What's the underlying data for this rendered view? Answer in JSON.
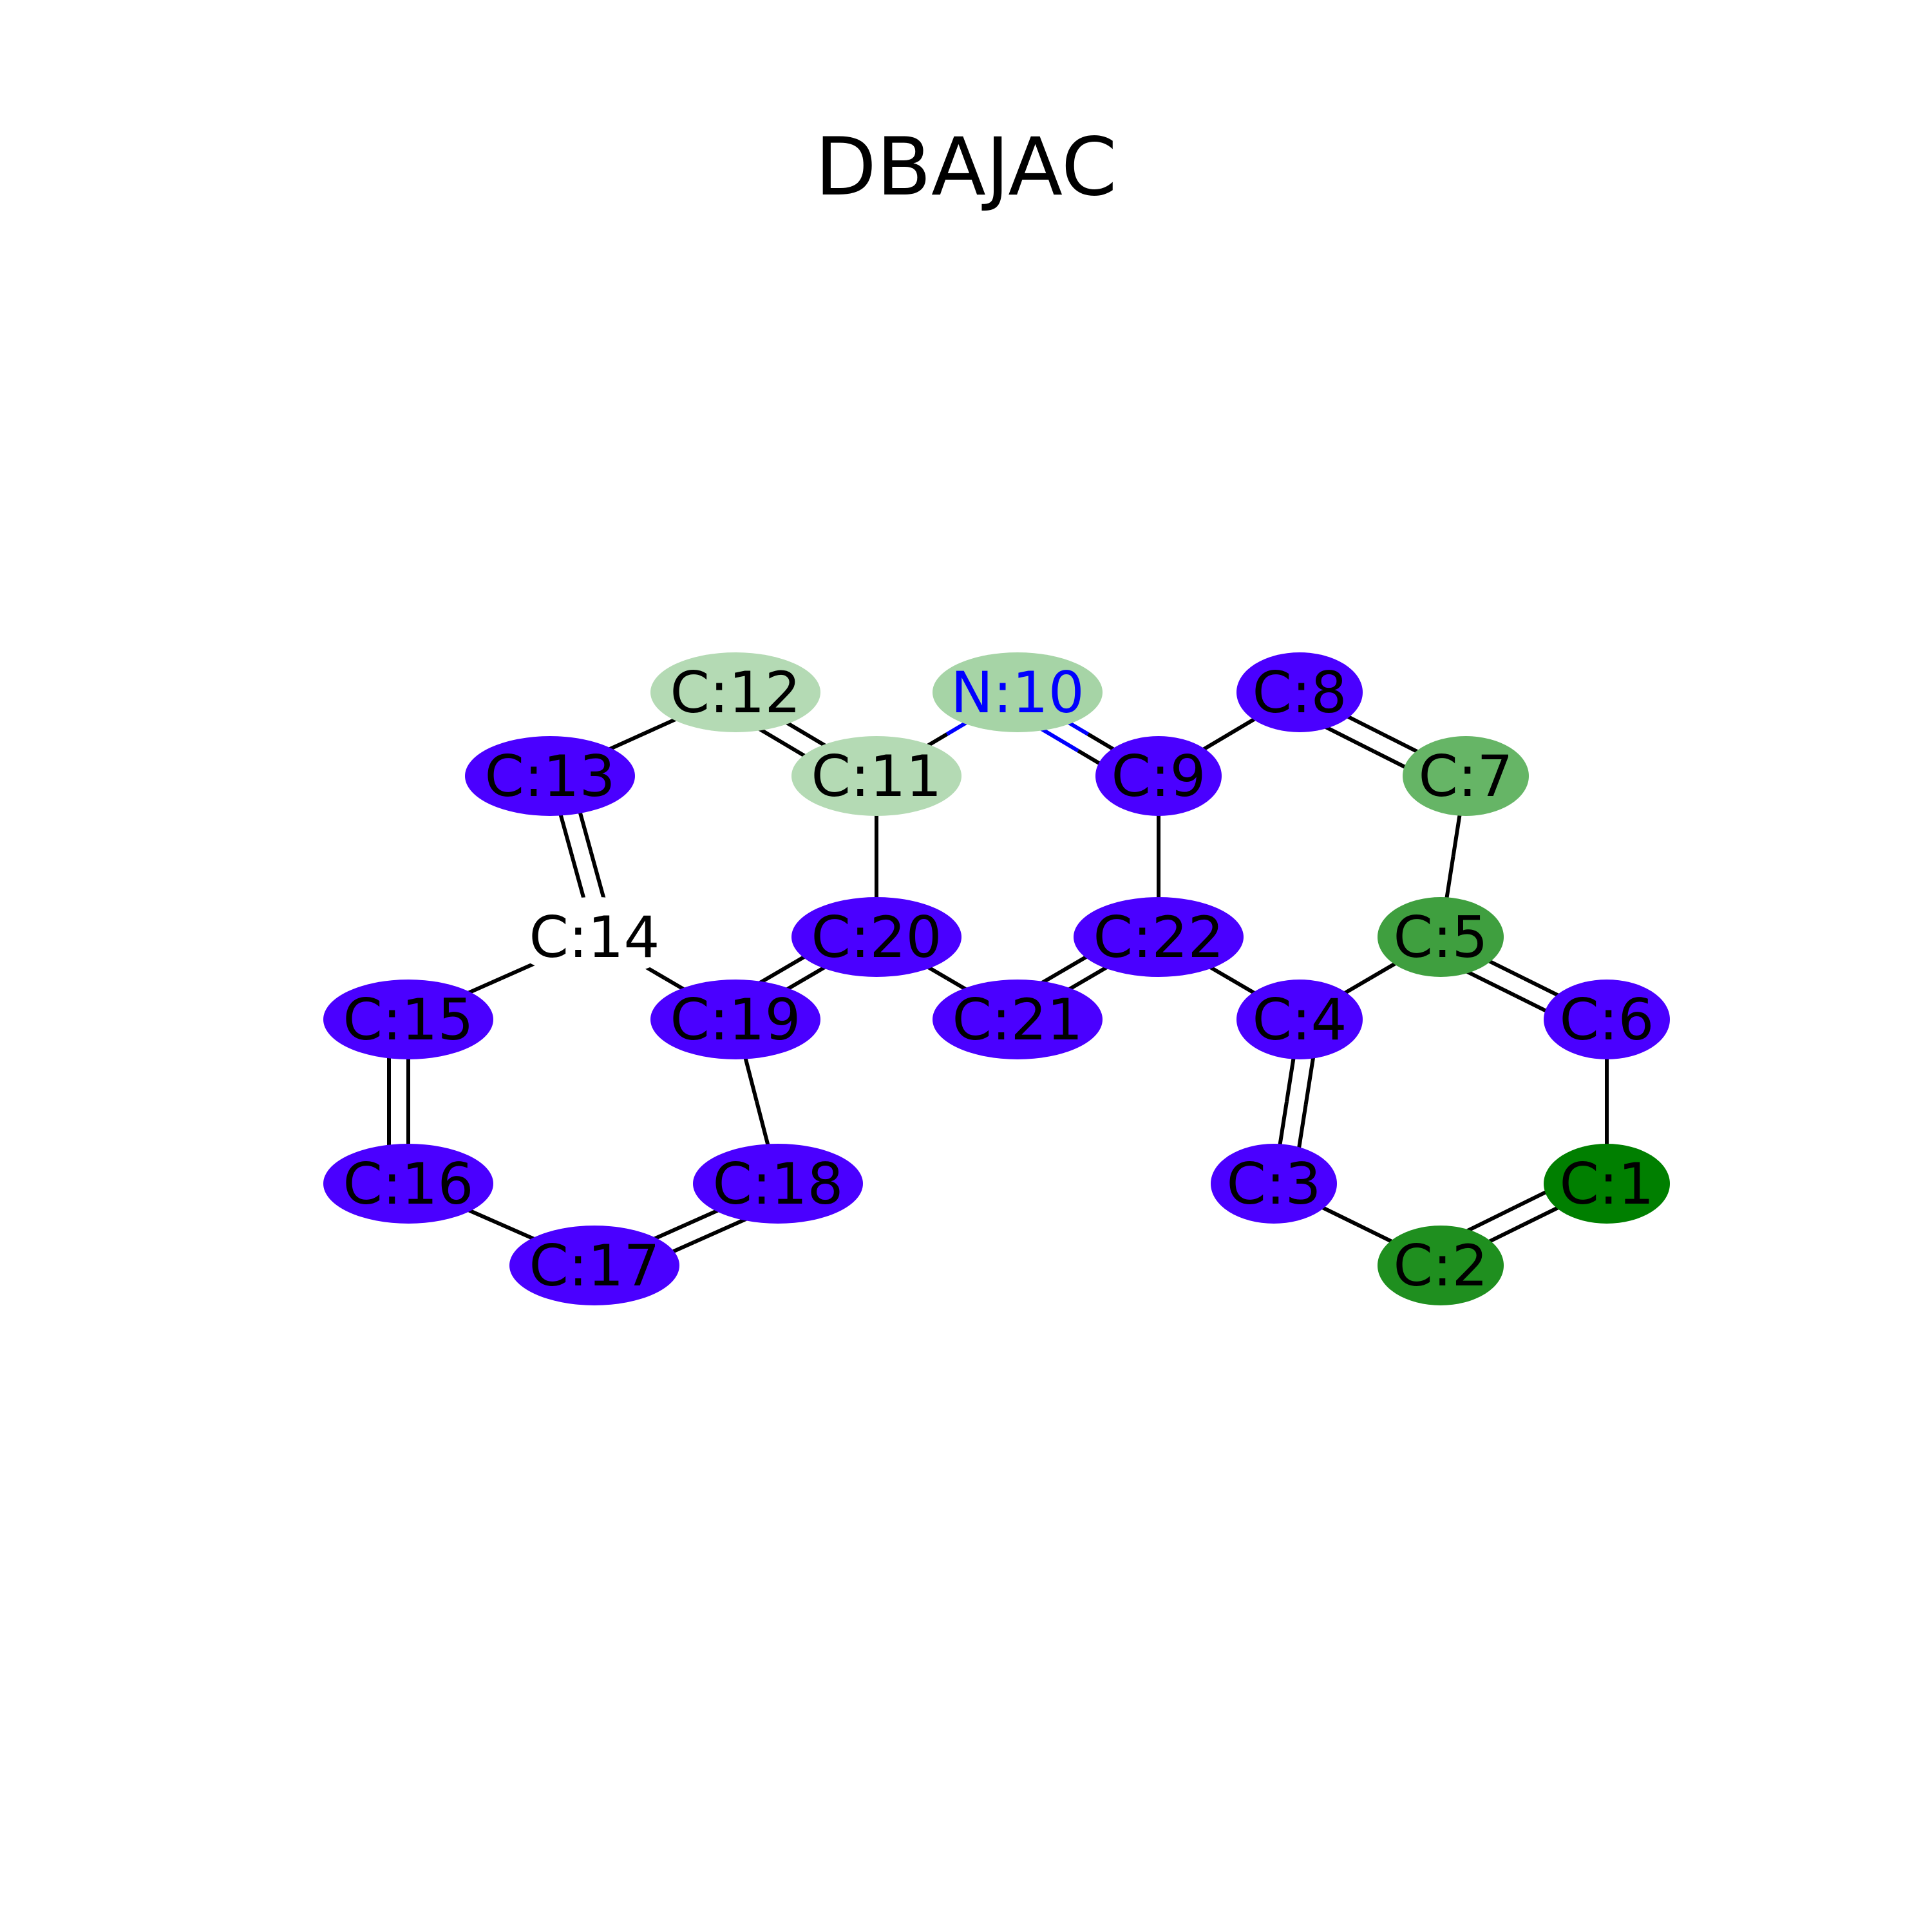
{
  "title": "DBAJAC",
  "colors": {
    "carbon_text": "#000000",
    "nitrogen_text": "#0000ff",
    "bond": "#000000",
    "bond_nitrogen": "#0000ff"
  },
  "atoms": [
    {
      "id": 1,
      "label": "C:1",
      "element": "C",
      "color": "#007f00"
    },
    {
      "id": 2,
      "label": "C:2",
      "element": "C",
      "color": "#1f8f1f"
    },
    {
      "id": 3,
      "label": "C:3",
      "element": "C",
      "color": "#4a00ff"
    },
    {
      "id": 4,
      "label": "C:4",
      "element": "C",
      "color": "#4a00ff"
    },
    {
      "id": 5,
      "label": "C:5",
      "element": "C",
      "color": "#3f9f3f"
    },
    {
      "id": 6,
      "label": "C:6",
      "element": "C",
      "color": "#4a00ff"
    },
    {
      "id": 7,
      "label": "C:7",
      "element": "C",
      "color": "#66b566"
    },
    {
      "id": 8,
      "label": "C:8",
      "element": "C",
      "color": "#4a00ff"
    },
    {
      "id": 9,
      "label": "C:9",
      "element": "C",
      "color": "#4a00ff"
    },
    {
      "id": 10,
      "label": "N:10",
      "element": "N",
      "color": "#a6d4a6"
    },
    {
      "id": 11,
      "label": "C:11",
      "element": "C",
      "color": "#b4dab4"
    },
    {
      "id": 12,
      "label": "C:12",
      "element": "C",
      "color": "#b4dab4"
    },
    {
      "id": 13,
      "label": "C:13",
      "element": "C",
      "color": "#4a00ff"
    },
    {
      "id": 14,
      "label": "C:14",
      "element": "C",
      "color": "#ffffff"
    },
    {
      "id": 15,
      "label": "C:15",
      "element": "C",
      "color": "#4a00ff"
    },
    {
      "id": 16,
      "label": "C:16",
      "element": "C",
      "color": "#4a00ff"
    },
    {
      "id": 17,
      "label": "C:17",
      "element": "C",
      "color": "#4a00ff"
    },
    {
      "id": 18,
      "label": "C:18",
      "element": "C",
      "color": "#4a00ff"
    },
    {
      "id": 19,
      "label": "C:19",
      "element": "C",
      "color": "#4a00ff"
    },
    {
      "id": 20,
      "label": "C:20",
      "element": "C",
      "color": "#4a00ff"
    },
    {
      "id": 21,
      "label": "C:21",
      "element": "C",
      "color": "#4a00ff"
    },
    {
      "id": 22,
      "label": "C:22",
      "element": "C",
      "color": "#4a00ff"
    }
  ],
  "bonds": [
    {
      "a": 12,
      "b": 13,
      "order": 1
    },
    {
      "a": 12,
      "b": 11,
      "order": 2
    },
    {
      "a": 11,
      "b": 10,
      "order": 1
    },
    {
      "a": 10,
      "b": 9,
      "order": 2
    },
    {
      "a": 9,
      "b": 8,
      "order": 1
    },
    {
      "a": 8,
      "b": 7,
      "order": 2
    },
    {
      "a": 7,
      "b": 5,
      "order": 1
    },
    {
      "a": 5,
      "b": 6,
      "order": 2
    },
    {
      "a": 5,
      "b": 4,
      "order": 1
    },
    {
      "a": 6,
      "b": 1,
      "order": 1
    },
    {
      "a": 1,
      "b": 2,
      "order": 2
    },
    {
      "a": 2,
      "b": 3,
      "order": 1
    },
    {
      "a": 3,
      "b": 4,
      "order": 2
    },
    {
      "a": 4,
      "b": 22,
      "order": 1
    },
    {
      "a": 22,
      "b": 9,
      "order": 1
    },
    {
      "a": 22,
      "b": 21,
      "order": 2
    },
    {
      "a": 21,
      "b": 20,
      "order": 1
    },
    {
      "a": 20,
      "b": 11,
      "order": 1
    },
    {
      "a": 20,
      "b": 19,
      "order": 2
    },
    {
      "a": 19,
      "b": 14,
      "order": 1
    },
    {
      "a": 19,
      "b": 18,
      "order": 1
    },
    {
      "a": 14,
      "b": 13,
      "order": 2
    },
    {
      "a": 14,
      "b": 15,
      "order": 1
    },
    {
      "a": 15,
      "b": 16,
      "order": 2
    },
    {
      "a": 16,
      "b": 17,
      "order": 1
    },
    {
      "a": 17,
      "b": 18,
      "order": 2
    }
  ]
}
